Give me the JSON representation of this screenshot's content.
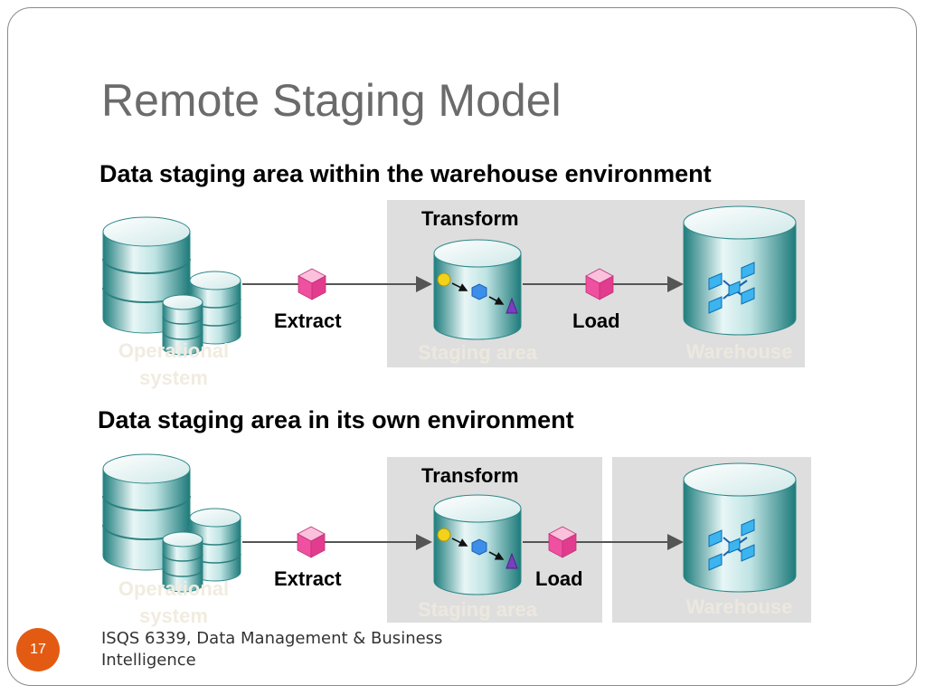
{
  "slide": {
    "title": "Remote Staging Model",
    "page_number": "17",
    "footer": "ISQS 6339, Data Management & Business Intelligence"
  },
  "diagram_top": {
    "heading": "Data staging area within the warehouse environment",
    "transform_label": "Transform",
    "extract_label": "Extract",
    "load_label": "Load",
    "operational_label": "Operational system",
    "staging_label": "Staging area",
    "warehouse_label": "Warehouse"
  },
  "diagram_bottom": {
    "heading": "Data staging area in its own environment",
    "transform_label": "Transform",
    "extract_label": "Extract",
    "load_label": "Load",
    "operational_label": "Operational system",
    "staging_label": "Staging area",
    "warehouse_label": "Warehouse"
  },
  "colors": {
    "accent": "#e35b13",
    "data_cube": "#f050a0",
    "cylinder_teal": "#3fa0a0",
    "panel_gray": "#dedede"
  }
}
